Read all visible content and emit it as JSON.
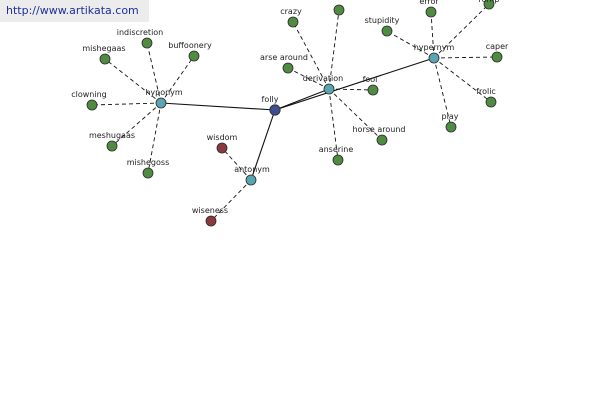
{
  "watermark": {
    "text": "http://www.artikata.com"
  },
  "colors": {
    "root": "#3f4f8c",
    "relation": "#5aa5b0",
    "term": "#4f8c42",
    "antonym_term": "#8a3a3a",
    "edge": "#111111"
  },
  "nodes": [
    {
      "id": "folly",
      "label": "folly",
      "kind": "root"
    },
    {
      "id": "hyponym",
      "label": "hyponym",
      "kind": "relation"
    },
    {
      "id": "derivation",
      "label": "derivation",
      "kind": "relation"
    },
    {
      "id": "hypernym",
      "label": "hypernym",
      "kind": "relation"
    },
    {
      "id": "antonym",
      "label": "antonym",
      "kind": "relation"
    },
    {
      "id": "indiscretion",
      "label": "indiscretion",
      "kind": "term"
    },
    {
      "id": "mishegaas",
      "label": "mishegaas",
      "kind": "term"
    },
    {
      "id": "buffoonery",
      "label": "buffoonery",
      "kind": "term"
    },
    {
      "id": "clowning",
      "label": "clowning",
      "kind": "term"
    },
    {
      "id": "meshugaas",
      "label": "meshugaas",
      "kind": "term"
    },
    {
      "id": "mishegoss",
      "label": "mishegoss",
      "kind": "term"
    },
    {
      "id": "crazy",
      "label": "crazy",
      "kind": "term"
    },
    {
      "id": "foolish",
      "label": "",
      "kind": "term"
    },
    {
      "id": "stupidity",
      "label": "stupidity",
      "kind": "term"
    },
    {
      "id": "arse_around",
      "label": "arse around",
      "kind": "term"
    },
    {
      "id": "fool",
      "label": "fool",
      "kind": "term"
    },
    {
      "id": "horse_around",
      "label": "horse around",
      "kind": "term"
    },
    {
      "id": "anserine",
      "label": "anserine",
      "kind": "term"
    },
    {
      "id": "error",
      "label": "error",
      "kind": "term"
    },
    {
      "id": "romp",
      "label": "romp",
      "kind": "term"
    },
    {
      "id": "caper",
      "label": "caper",
      "kind": "term"
    },
    {
      "id": "frolic",
      "label": "frolic",
      "kind": "term"
    },
    {
      "id": "play",
      "label": "play",
      "kind": "term"
    },
    {
      "id": "wisdom",
      "label": "wisdom",
      "kind": "antonym_term"
    },
    {
      "id": "wiseness",
      "label": "wiseness",
      "kind": "antonym_term"
    }
  ],
  "edges": [
    {
      "from": "folly",
      "to": "hyponym",
      "style": "solid"
    },
    {
      "from": "folly",
      "to": "derivation",
      "style": "solid"
    },
    {
      "from": "folly",
      "to": "hypernym",
      "style": "solid"
    },
    {
      "from": "folly",
      "to": "antonym",
      "style": "solid"
    },
    {
      "from": "hyponym",
      "to": "indiscretion",
      "style": "dashed"
    },
    {
      "from": "hyponym",
      "to": "mishegaas",
      "style": "dashed"
    },
    {
      "from": "hyponym",
      "to": "buffoonery",
      "style": "dashed"
    },
    {
      "from": "hyponym",
      "to": "clowning",
      "style": "dashed"
    },
    {
      "from": "hyponym",
      "to": "meshugaas",
      "style": "dashed"
    },
    {
      "from": "hyponym",
      "to": "mishegoss",
      "style": "dashed"
    },
    {
      "from": "derivation",
      "to": "crazy",
      "style": "dashed"
    },
    {
      "from": "derivation",
      "to": "foolish",
      "style": "dashed"
    },
    {
      "from": "derivation",
      "to": "arse_around",
      "style": "dashed"
    },
    {
      "from": "derivation",
      "to": "fool",
      "style": "dashed"
    },
    {
      "from": "derivation",
      "to": "horse_around",
      "style": "dashed"
    },
    {
      "from": "derivation",
      "to": "anserine",
      "style": "dashed"
    },
    {
      "from": "hypernym",
      "to": "stupidity",
      "style": "dashed"
    },
    {
      "from": "hypernym",
      "to": "error",
      "style": "dashed"
    },
    {
      "from": "hypernym",
      "to": "romp",
      "style": "dashed"
    },
    {
      "from": "hypernym",
      "to": "caper",
      "style": "dashed"
    },
    {
      "from": "hypernym",
      "to": "frolic",
      "style": "dashed"
    },
    {
      "from": "hypernym",
      "to": "play",
      "style": "dashed"
    },
    {
      "from": "antonym",
      "to": "wisdom",
      "style": "dashed"
    },
    {
      "from": "antonym",
      "to": "wiseness",
      "style": "dashed"
    }
  ]
}
